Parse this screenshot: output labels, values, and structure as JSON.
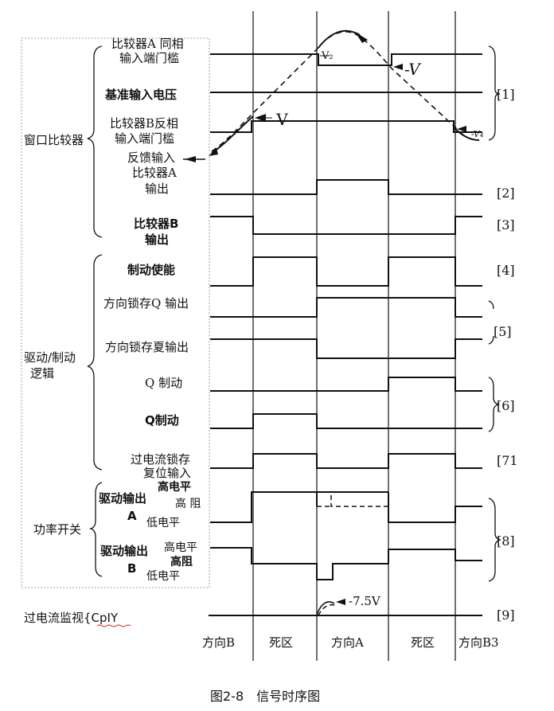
{
  "figure": {
    "caption": "图2-8　信号时序图"
  },
  "sections": [
    {
      "key": "window",
      "label": "窗口比较器"
    },
    {
      "key": "drive",
      "label": "驱动/制动\n逻辑"
    },
    {
      "key": "power",
      "label": "功率开关"
    },
    {
      "key": "monitor",
      "label": "过电流监视{CpIY"
    }
  ],
  "signals": [
    {
      "key": "cmpA_thresh",
      "label": "比较器A 同相\n输入端门槛"
    },
    {
      "key": "ref",
      "label": "基准输入电压"
    },
    {
      "key": "cmpB_thresh",
      "label": "比较器B反相\n输入端门槛"
    },
    {
      "key": "feedback",
      "label": "反馈输入"
    },
    {
      "key": "cmpA_out",
      "label": "比较器A\n输出"
    },
    {
      "key": "cmpB_out",
      "label": "比较器B\n输出"
    },
    {
      "key": "brake_en",
      "label": "制动使能"
    },
    {
      "key": "dirQ",
      "label": "方向锁存Q 输出"
    },
    {
      "key": "dirQbar",
      "label": "方向锁存夏输出"
    },
    {
      "key": "qbrake",
      "label": "Q 制动"
    },
    {
      "key": "qbarbrake",
      "label": "Q制动"
    },
    {
      "key": "oc_reset",
      "label": "过电流锁存\n复位输入"
    },
    {
      "key": "driveA",
      "label": "驱动输出\nA"
    },
    {
      "key": "driveB",
      "label": "驱动输出\nB"
    }
  ],
  "levels": {
    "driveA": {
      "high": "高电平",
      "z": "高 阻",
      "low": "低电平"
    },
    "driveB": {
      "high": "高电平",
      "z": "高阻",
      "low": "低电平"
    }
  },
  "annotations": {
    "v2": "V₂",
    "neg_v_top": "-V",
    "neg_v_left": "-V",
    "v4": "-V₄",
    "v75": "-7.5V"
  },
  "tags": [
    "[1]",
    "[2]",
    "[3]",
    "[4]",
    "[5]",
    "[6]",
    "[71",
    "[8]",
    "[9]"
  ],
  "regions": [
    "方向B",
    "死区",
    "方向A",
    "死区",
    "方向B3"
  ],
  "timing": {
    "events": [
      318,
      398,
      488,
      572
    ],
    "traces": {
      "cmpA_out": [
        0,
        0,
        1,
        0,
        0
      ],
      "cmpB_out": [
        1,
        0,
        0,
        0,
        1
      ],
      "brake_en": [
        0,
        1,
        0,
        1,
        0
      ],
      "dirQ": [
        0,
        0,
        1,
        1,
        0
      ],
      "dirQbar": [
        1,
        1,
        0,
        0,
        1
      ],
      "qbrake": [
        0,
        0,
        0,
        1,
        0
      ],
      "qbarbrake": [
        0,
        1,
        0,
        0,
        0
      ],
      "oc_reset": [
        0,
        1,
        0,
        1,
        0
      ]
    }
  }
}
